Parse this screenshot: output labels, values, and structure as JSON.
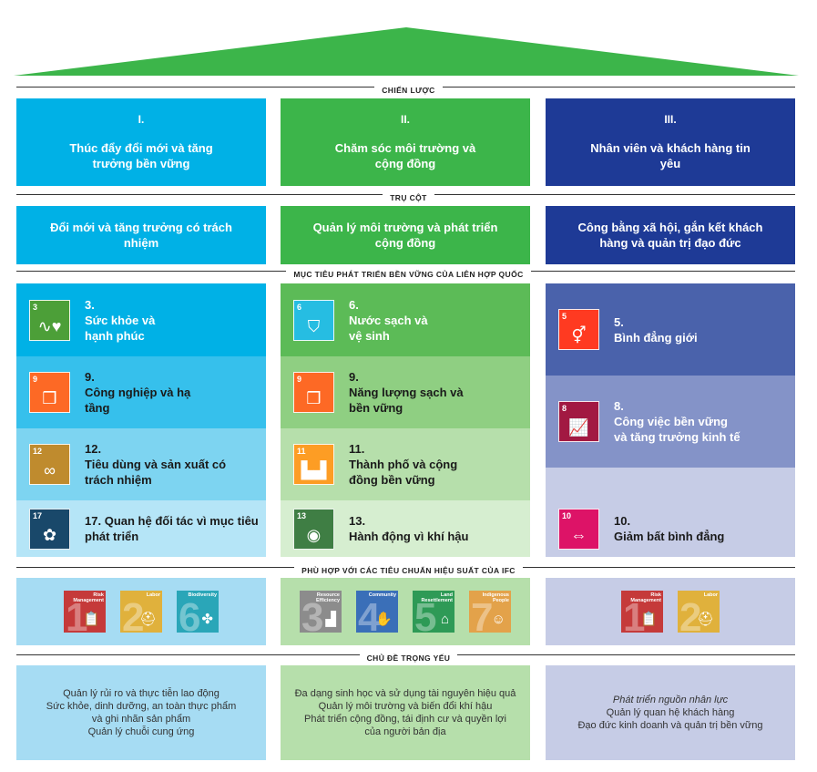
{
  "colors": {
    "blue": "#00b1e6",
    "green": "#3cb54a",
    "navy": "#1e3a96",
    "roof": "#3cb54a"
  },
  "headings": {
    "strategy": "CHIẾN LƯỢC",
    "pillars": "TRỤ CỘT",
    "sdg": "MỤC TIÊU PHÁT TRIỂN BỀN VỮNG CỦA LIÊN HỢP QUỐC",
    "ifc": "PHÙ HỢP VỚI CÁC TIÊU CHUẨN HIỆU SUẤT CỦA IFC",
    "topics": "CHỦ ĐỀ TRỌNG YẾU"
  },
  "strategies": [
    {
      "num": "I.",
      "title": "Thúc đẩy đổi mới và tăng trưởng bền vững"
    },
    {
      "num": "II.",
      "title": "Chăm sóc môi trường và cộng đồng"
    },
    {
      "num": "III.",
      "title": "Nhân viên và khách hàng tin yêu"
    }
  ],
  "pillars": [
    "Đổi mới và tăng trưởng có trách nhiệm",
    "Quản lý môi trường và phát triển cộng đồng",
    "Công bằng xã hội, gắn kết khách hàng và quản trị đạo đức"
  ],
  "sdg": {
    "col1": [
      {
        "num": "3.",
        "label": "Sức khỏe và hạnh phúc",
        "tile": "3",
        "icon": "heartbeat-icon",
        "tile_color": "#4c9f38"
      },
      {
        "num": "9.",
        "label": "Công nghiệp và hạ tầng",
        "tile": "9",
        "icon": "cubes-icon",
        "tile_color": "#fd6925"
      },
      {
        "num": "12.",
        "label": "Tiêu dùng và sản xuất có trách nhiệm",
        "tile": "12",
        "icon": "infinity-icon",
        "tile_color": "#bf8b2e"
      },
      {
        "num": "17.",
        "label": "Quan hệ đối tác vì mục tiêu phát triển",
        "tile": "17",
        "icon": "flower-rings-icon",
        "tile_color": "#19486a"
      }
    ],
    "col2": [
      {
        "num": "6.",
        "label": "Nước sạch và vệ sinh",
        "tile": "6",
        "icon": "water-glass-icon",
        "tile_color": "#26bde2"
      },
      {
        "num": "9.",
        "label": "Năng lượng sạch và bền vững",
        "tile": "9",
        "icon": "cubes-icon",
        "tile_color": "#fd6925"
      },
      {
        "num": "11.",
        "label": "Thành phố và cộng đồng bền vững",
        "tile": "11",
        "icon": "city-icon",
        "tile_color": "#fd9d24"
      },
      {
        "num": "13.",
        "label": "Hành động vì khí hậu",
        "tile": "13",
        "icon": "eye-globe-icon",
        "tile_color": "#3f7e44"
      }
    ],
    "col3": [
      {
        "num": "5.",
        "label": "Bình đẳng giới",
        "tile": "5",
        "icon": "gender-equality-icon",
        "tile_color": "#ff3a21"
      },
      {
        "num": "8.",
        "label": "Công việc bền vững và tăng trưởng kinh tế",
        "tile": "8",
        "icon": "growth-chart-icon",
        "tile_color": "#a21942"
      },
      {
        "num": "10.",
        "label": "Giảm bất bình đẳng",
        "tile": "10",
        "icon": "reduced-inequality-icon",
        "tile_color": "#dd1367"
      }
    ]
  },
  "ifc": {
    "col1": [
      {
        "n": "1",
        "cap": "Risk Management",
        "color": "#c53a3a",
        "icon": "clipboard-icon"
      },
      {
        "n": "2",
        "cap": "Labor",
        "color": "#e0b13c",
        "icon": "hardhat-icon"
      },
      {
        "n": "6",
        "cap": "Biodiversity",
        "color": "#2aa6b8",
        "icon": "turtle-icon"
      }
    ],
    "col2": [
      {
        "n": "3",
        "cap": "Resource Efficiency",
        "color": "#8c8c8c",
        "icon": "factory-icon"
      },
      {
        "n": "4",
        "cap": "Community",
        "color": "#3a6fb8",
        "icon": "hands-icon"
      },
      {
        "n": "5",
        "cap": "Land Resettlement",
        "color": "#2e9a56",
        "icon": "house-icon"
      },
      {
        "n": "7",
        "cap": "Indigenous People",
        "color": "#e3a24a",
        "icon": "people-icon"
      }
    ],
    "col3": [
      {
        "n": "1",
        "cap": "Risk Management",
        "color": "#c53a3a",
        "icon": "clipboard-icon"
      },
      {
        "n": "2",
        "cap": "Labor",
        "color": "#e0b13c",
        "icon": "hardhat-icon"
      }
    ]
  },
  "topics": {
    "col1": [
      "Quản lý rủi ro và thực tiễn lao động",
      "Sức khỏe, dinh dưỡng, an toàn thực phẩm",
      "và ghi nhãn sản phẩm",
      "Quản lý chuỗi cung ứng"
    ],
    "col2": [
      "Đa dạng sinh học và sử dụng tài nguyên hiệu quả",
      "Quản lý môi trường và biến đổi khí hậu",
      "Phát triển cộng đồng, tái định cư và quyền lợi",
      "của người bản địa"
    ],
    "col3": [
      "Phát triển nguồn nhân lực",
      "Quản lý quan hệ khách hàng",
      "Đạo đức kinh doanh và quản trị bền vững"
    ]
  }
}
